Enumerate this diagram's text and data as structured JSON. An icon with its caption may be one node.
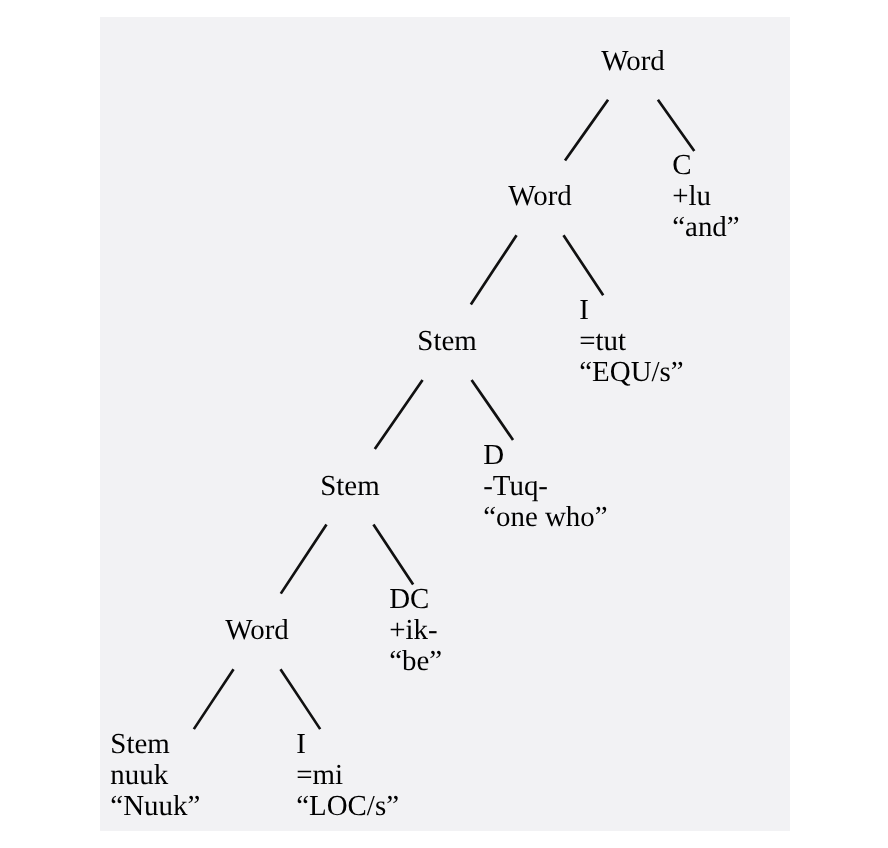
{
  "diagram": {
    "nodes": [
      {
        "text": [
          "Word"
        ]
      },
      {
        "text": [
          "Word"
        ]
      },
      {
        "text": [
          "C",
          "+lu",
          "“and”"
        ]
      },
      {
        "text": [
          "Stem"
        ]
      },
      {
        "text": [
          "I",
          "=tut",
          "“EQU/s”"
        ]
      },
      {
        "text": [
          "Stem"
        ]
      },
      {
        "text": [
          "D",
          "-Tuq-",
          "“one who”"
        ]
      },
      {
        "text": [
          "Word"
        ]
      },
      {
        "text": [
          "DC",
          "+ik-",
          "“be”"
        ]
      },
      {
        "text": [
          "Stem",
          "nuuk",
          "“Nuuk”"
        ]
      },
      {
        "text": [
          "I",
          "=mi",
          "“LOC/s”"
        ]
      }
    ],
    "edges": [
      {
        "from": 0,
        "to": 1,
        "arrow": "none"
      },
      {
        "from": 0,
        "to": 2,
        "arrow": "none"
      },
      {
        "from": 1,
        "to": 3,
        "arrow": "none"
      },
      {
        "from": 1,
        "to": 4,
        "arrow": "none"
      },
      {
        "from": 3,
        "to": 5,
        "arrow": "none"
      },
      {
        "from": 3,
        "to": 6,
        "arrow": "none"
      },
      {
        "from": 5,
        "to": 7,
        "arrow": "none"
      },
      {
        "from": 5,
        "to": 8,
        "arrow": "none"
      },
      {
        "from": 7,
        "to": 9,
        "arrow": "none"
      },
      {
        "from": 7,
        "to": 10,
        "arrow": "none"
      }
    ]
  }
}
